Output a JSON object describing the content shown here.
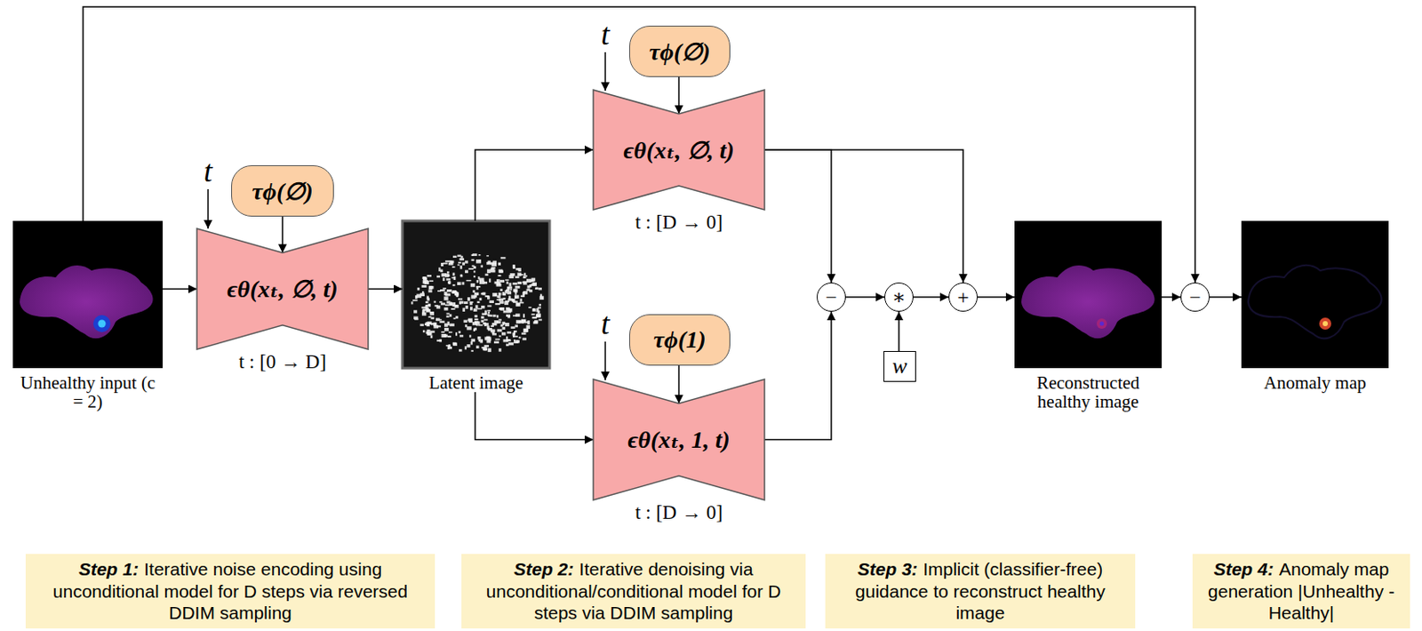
{
  "diagram": {
    "nodes": [
      {
        "text": [
          "Unhealthy input (c = 2)"
        ]
      },
      {
        "text": [
          "τϕ(∅)"
        ]
      },
      {
        "text": [
          "ϵθ(xₜ, ∅, t)",
          "t : [0 → D]"
        ]
      },
      {
        "text": [
          "Latent image"
        ]
      },
      {
        "text": [
          "τϕ(∅)"
        ]
      },
      {
        "text": [
          "ϵθ(xₜ, ∅, t)",
          "t : [D → 0]"
        ]
      },
      {
        "text": [
          "τϕ(1)"
        ]
      },
      {
        "text": [
          "ϵθ(xₜ, 1, t)",
          "t : [D → 0]"
        ]
      },
      {
        "text": [
          "−"
        ]
      },
      {
        "text": [
          "∗"
        ]
      },
      {
        "text": [
          "w"
        ]
      },
      {
        "text": [
          "+"
        ]
      },
      {
        "text": [
          "Reconstructed healthy image"
        ]
      },
      {
        "text": [
          "−"
        ]
      },
      {
        "text": [
          "Anomaly map"
        ]
      },
      {
        "text": [
          "Step 1:",
          "Iterative noise encoding using unconditional model for D steps via reversed DDIM sampling"
        ]
      },
      {
        "text": [
          "Step 2:",
          "Iterative denoising via unconditional/conditional model for D steps via DDIM sampling"
        ]
      },
      {
        "text": [
          "Step 3:",
          "Implicit (classifier-free) guidance to reconstruct healthy image"
        ]
      },
      {
        "text": [
          "Step 4:",
          "Anomaly map generation |Unhealthy - Healthy|"
        ]
      }
    ],
    "edges": [
      {
        "from": 0,
        "to": 2,
        "arrow": "to"
      },
      {
        "from": 1,
        "to": 2,
        "arrow": "to"
      },
      {
        "from": 2,
        "to": 3,
        "arrow": "to"
      },
      {
        "from": 3,
        "to": 5,
        "arrow": "to"
      },
      {
        "from": 3,
        "to": 7,
        "arrow": "to"
      },
      {
        "from": 4,
        "to": 5,
        "arrow": "to"
      },
      {
        "from": 6,
        "to": 7,
        "arrow": "to"
      },
      {
        "from": 5,
        "to": 8,
        "arrow": "to"
      },
      {
        "from": 7,
        "to": 8,
        "arrow": "to"
      },
      {
        "from": 5,
        "to": 11,
        "arrow": "to"
      },
      {
        "from": 8,
        "to": 9,
        "arrow": "to"
      },
      {
        "from": 10,
        "to": 9,
        "arrow": "to"
      },
      {
        "from": 9,
        "to": 11,
        "arrow": "to"
      },
      {
        "from": 11,
        "to": 12,
        "arrow": "to"
      },
      {
        "from": 12,
        "to": 13,
        "arrow": "to"
      },
      {
        "from": 0,
        "to": 13,
        "arrow": "to"
      },
      {
        "from": 13,
        "to": 14,
        "arrow": "to"
      }
    ],
    "labels": [
      "t",
      "t",
      "t"
    ]
  }
}
